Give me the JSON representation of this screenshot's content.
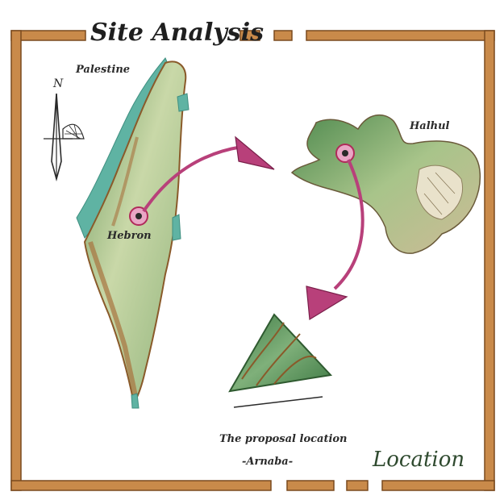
{
  "title": "Site Analysis",
  "labels": {
    "country": "Palestine",
    "city": "Hebron",
    "town": "Halhul",
    "north_letter": "N",
    "proposed_line1": "The proposal location",
    "proposed_line2": "-Arnaba-",
    "section": "Location"
  },
  "colors": {
    "frame": "#c98a4a",
    "frame_edge": "#7a4a1e",
    "land_light": "#dfe8c8",
    "land_green": "#8fb27a",
    "land_dark_green": "#4f8a4f",
    "land_brown": "#a8733f",
    "sea": "#5fb3a3",
    "marker": "#b02a5a",
    "arrow": "#b8407a",
    "ink": "#2a2a2a"
  },
  "icons": [
    "north-arrow-icon",
    "location-marker-icon"
  ]
}
